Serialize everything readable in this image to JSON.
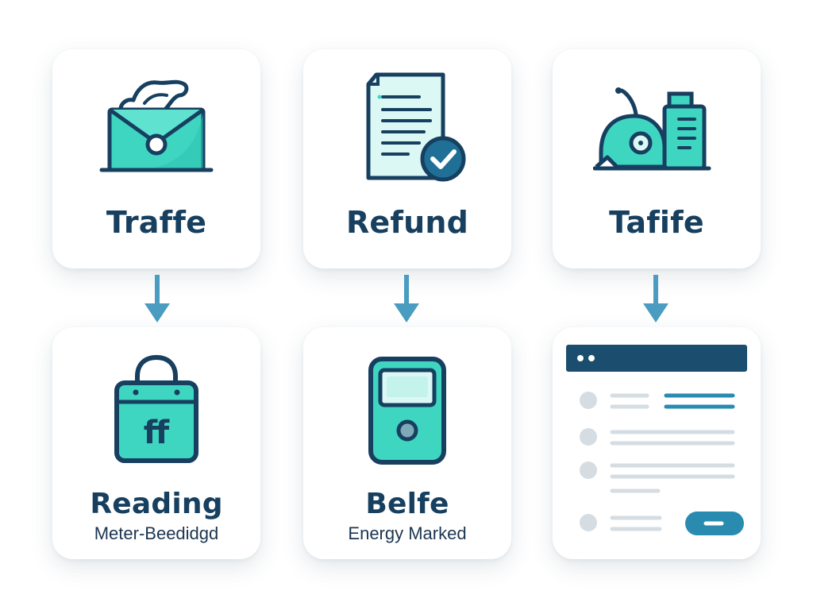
{
  "colors": {
    "navy": "#173f5f",
    "teal": "#3fd6c1",
    "teal_light": "#a9f0e6",
    "arrow": "#4a9cc0",
    "gray": "#d5dde3"
  },
  "cards": [
    {
      "title": "Traffe",
      "icon": "envelope-icon"
    },
    {
      "title": "Refund",
      "icon": "document-check-icon"
    },
    {
      "title": "Tafife",
      "icon": "machine-battery-icon"
    },
    {
      "title": "Reading",
      "subtitle": "Meter-Beedidgd",
      "icon": "bag-icon",
      "icon_glyph": "ff"
    },
    {
      "title": "Belfe",
      "subtitle": "Energy Marked",
      "icon": "meter-device-icon"
    },
    {
      "title": "",
      "icon": "browser-window-icon"
    }
  ]
}
